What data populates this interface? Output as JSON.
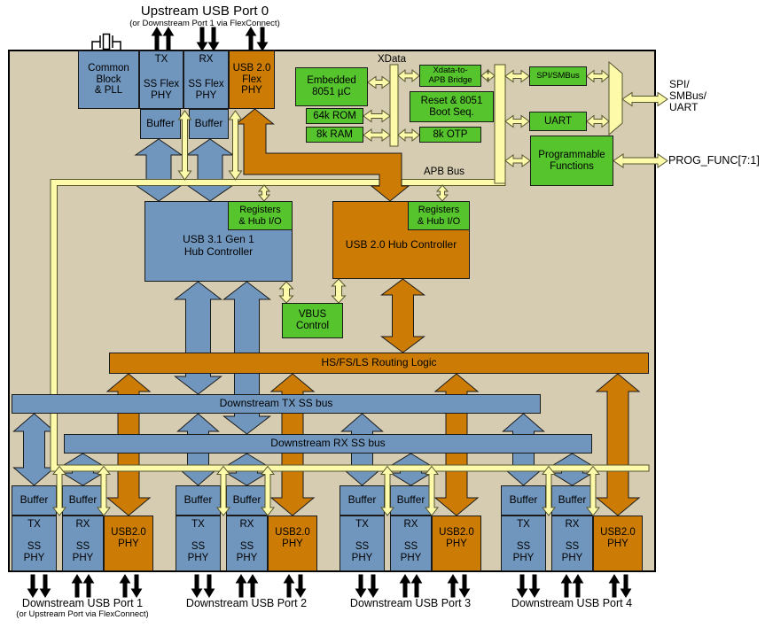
{
  "palette": {
    "chip_bg": "#d5ccb1",
    "block_blue": "#7096be",
    "block_orange": "#cc7c04",
    "block_green": "#55c42d",
    "bus_yellow": "#fdfbaa",
    "outline": "#1a1a1a",
    "yellow_outline": "#55552e"
  },
  "header": {
    "title": "Upstream USB Port 0",
    "subtitle": "(or Downstream Port 1 via FlexConnect)"
  },
  "labels": {
    "common": "Common\nBlock\n& PLL",
    "tx": "TX",
    "rx": "RX",
    "ss_flex": "SS Flex\nPHY",
    "ss_phy": "SS\nPHY",
    "usb20_flex": "USB 2.0\nFlex\nPHY",
    "usb20_phy": "USB2.0\nPHY",
    "buffer": "Buffer"
  },
  "soc": {
    "embedded": "Embedded\n8051 µC",
    "rom": "64k ROM",
    "ram": "8k RAM",
    "xdata": "XData",
    "bridge": "Xdata-to-\nAPB Bridge",
    "reset": "Reset & 8051\nBoot Seq.",
    "otp": "8k OTP",
    "spi": "SPI/SMBus",
    "uart": "UART",
    "prog": "Programmable\nFunctions",
    "apb": "APB Bus"
  },
  "hubs": {
    "usb31": "USB 3.1 Gen 1\nHub Controller",
    "usb20": "USB 2.0 Hub Controller",
    "registers": "Registers\n& Hub I/O",
    "vbus": "VBUS\nControl",
    "routing": "HS/FS/LS Routing Logic",
    "txbus": "Downstream TX SS bus",
    "rxbus": "Downstream RX SS bus"
  },
  "io": {
    "spi_smbus_uart": "SPI/\nSMBus/\nUART",
    "prog_func": "PROG_FUNC[7:1]"
  },
  "ports": [
    {
      "label": "Downstream USB Port 1",
      "sublabel": "(or Upstream Port via FlexConnect)"
    },
    {
      "label": "Downstream USB Port 2"
    },
    {
      "label": "Downstream USB Port 3"
    },
    {
      "label": "Downstream USB Port 4"
    }
  ]
}
